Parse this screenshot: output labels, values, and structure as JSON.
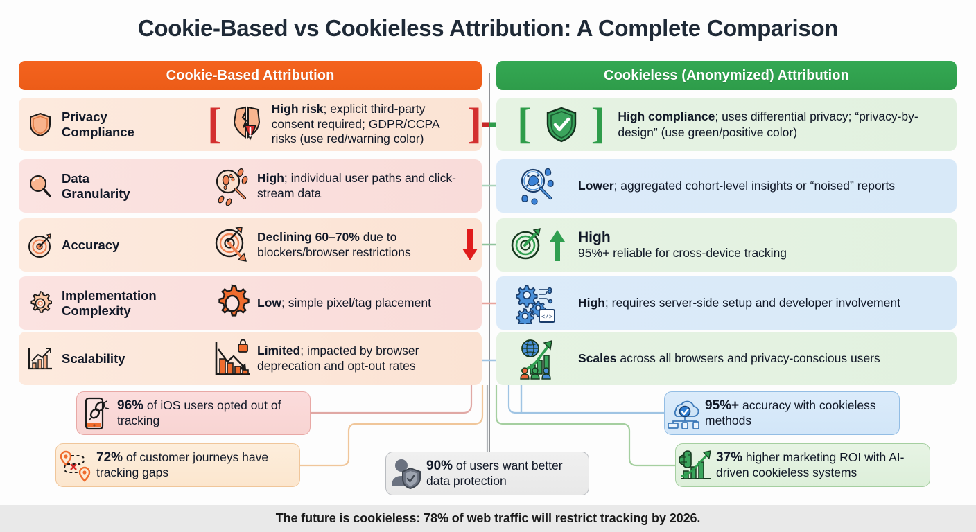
{
  "title": "Cookie-Based vs Cookieless Attribution: A Complete Comparison",
  "colors": {
    "left_header": "#f4631e",
    "right_header": "#34a853",
    "warning_red": "#d32f2f",
    "positive_green": "#2e9c4a",
    "title_text": "#1f2a37",
    "footer_bg": "#e9e9e9"
  },
  "headers": {
    "left": "Cookie-Based Attribution",
    "right": "Cookieless (Anonymized) Attribution"
  },
  "rows": [
    {
      "criterion": "Privacy\nCompliance",
      "criterion_icon": "shield-icon",
      "left": {
        "icon": "broken-shield-warning-icon",
        "bold": "High risk",
        "rest": "; explicit third-party consent required; GDPR/CCPA risks (use red/warning color)",
        "bracketed": true,
        "trend": "",
        "bg": "peach"
      },
      "right": {
        "icon": "shield-check-icon",
        "bold": "High compliance",
        "rest": "; uses differential privacy; “privacy-by-design” (use green/positive color)",
        "bracketed": true,
        "trend": "",
        "bg": "green"
      },
      "connector_color": "#c62828",
      "connector_style": "thick-bracket-link"
    },
    {
      "criterion": "Data\nGranularity",
      "criterion_icon": "magnifier-icon",
      "left": {
        "icon": "magnifier-footprints-icon",
        "bold": "High",
        "rest": "; individual user paths and click-stream data",
        "bracketed": false,
        "trend": "",
        "bg": "pink"
      },
      "right": {
        "icon": "magnifier-cohort-blob-icon",
        "bold": "Lower",
        "rest": "; aggregated cohort-level insights or “noised” reports",
        "bracketed": false,
        "trend": "",
        "bg": "blue"
      },
      "connector_color": "#9ccfae",
      "connector_style": "arrow"
    },
    {
      "criterion": "Accuracy",
      "criterion_icon": "target-arrow-icon",
      "left": {
        "icon": "target-declining-arrow-icon",
        "bold": "Declining 60–70%",
        "rest": " due to blockers/browser restrictions",
        "bracketed": false,
        "trend": "down-arrow-red",
        "bg": "peach"
      },
      "right": {
        "icon": "target-arrow-green-icon",
        "headline": "High",
        "sub": "95%+ reliable for cross-device tracking",
        "bracketed": false,
        "trend": "up-arrow-green",
        "bg": "green"
      },
      "connector_color": "#9ccfae",
      "connector_style": "arrow"
    },
    {
      "criterion": "Implementation\nComplexity",
      "criterion_icon": "gear-icon",
      "left": {
        "icon": "gear-orange-icon",
        "bold": "Low",
        "rest": "; simple pixel/tag placement",
        "bracketed": false,
        "trend": "",
        "bg": "pink"
      },
      "right": {
        "icon": "gears-code-icon",
        "bold": "High",
        "rest": "; requires server-side setup and developer involvement",
        "bracketed": false,
        "trend": "",
        "bg": "blue"
      },
      "connector_color": "#e8a39c",
      "connector_style": "arrow"
    },
    {
      "criterion": "Scalability",
      "criterion_icon": "bar-chart-up-icon",
      "left": {
        "icon": "bar-chart-down-lock-icon",
        "bold": "Limited",
        "rest": "; impacted by browser deprecation and opt-out rates",
        "bracketed": false,
        "trend": "",
        "bg": "peach"
      },
      "right": {
        "icon": "globe-growth-people-icon",
        "bold": "Scales",
        "rest": " across all browsers and privacy-conscious users",
        "bracketed": false,
        "trend": "",
        "bg": "green"
      },
      "connector_color": "#9fc4e3",
      "connector_style": "elbow-arrow"
    }
  ],
  "callouts": [
    {
      "id": "ios",
      "icon": "phone-broken-link-icon",
      "stat": "96%",
      "text": " of iOS users opted out of tracking",
      "side": "left"
    },
    {
      "id": "gaps",
      "icon": "map-pin-gap-icon",
      "stat": "72%",
      "text": " of customer journeys have tracking gaps",
      "side": "left"
    },
    {
      "id": "users",
      "icon": "user-shield-icon",
      "stat": "90%",
      "text": " of users want better data protection",
      "side": "center"
    },
    {
      "id": "accuracy",
      "icon": "cloud-devices-check-icon",
      "stat": "95%+",
      "text": " accuracy with cookieless methods",
      "side": "right"
    },
    {
      "id": "roi",
      "icon": "brain-growth-chart-icon",
      "stat": "37%",
      "text": " higher marketing ROI with AI-driven cookieless systems",
      "side": "right"
    }
  ],
  "footer": "The future is cookieless: 78% of web traffic will restrict tracking by 2026."
}
